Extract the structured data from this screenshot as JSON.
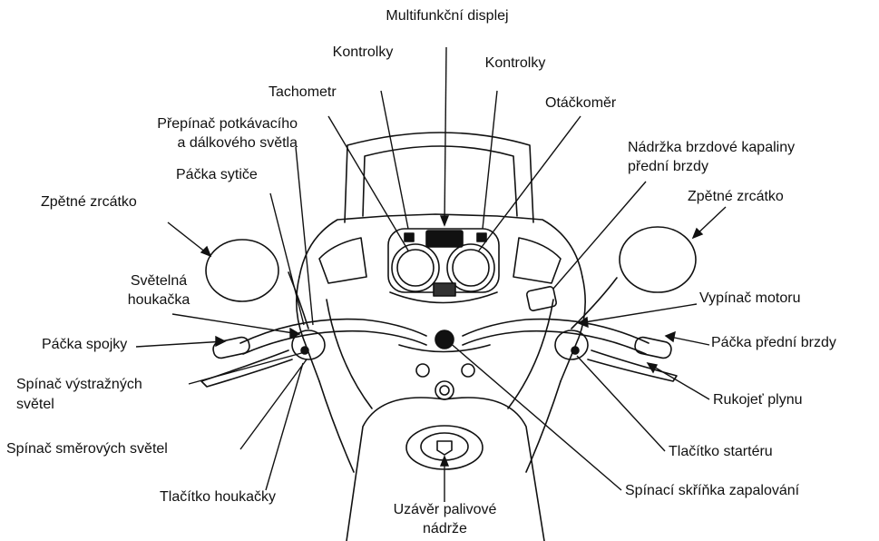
{
  "labels": {
    "multifunction_display": "Multifunkční displej",
    "indicators_left": "Kontrolky",
    "indicators_right": "Kontrolky",
    "speedometer": "Tachometr",
    "tachometer": "Otáčkoměr",
    "dimmer_switch_line1": "Přepínač potkávacího",
    "dimmer_switch_line2": "a dálkového světla",
    "choke_lever": "Páčka sytiče",
    "brake_fluid_line1": "Nádržka brzdové kapaliny",
    "brake_fluid_line2": "přední brzdy",
    "mirror_left": "Zpětné zrcátko",
    "mirror_right": "Zpětné zrcátko",
    "passing_light_line1": "Světelná",
    "passing_light_line2": "houkačka",
    "engine_stop_switch": "Vypínač motoru",
    "clutch_lever": "Páčka spojky",
    "front_brake_lever": "Páčka přední brzdy",
    "hazard_switch_line1": "Spínač výstražných",
    "hazard_switch_line2": "světel",
    "throttle_grip": "Rukojeť plynu",
    "turn_signal_switch": "Spínač směrových světel",
    "starter_button": "Tlačítko startéru",
    "horn_button": "Tlačítko houkačky",
    "ignition_switch": "Spínací skříňka zapalování",
    "fuel_cap_line1": "Uzávěr palivové",
    "fuel_cap_line2": "nádrže"
  },
  "colors": {
    "ink": "#111111",
    "paper": "#ffffff",
    "dark_fill": "#3a3a3a"
  }
}
